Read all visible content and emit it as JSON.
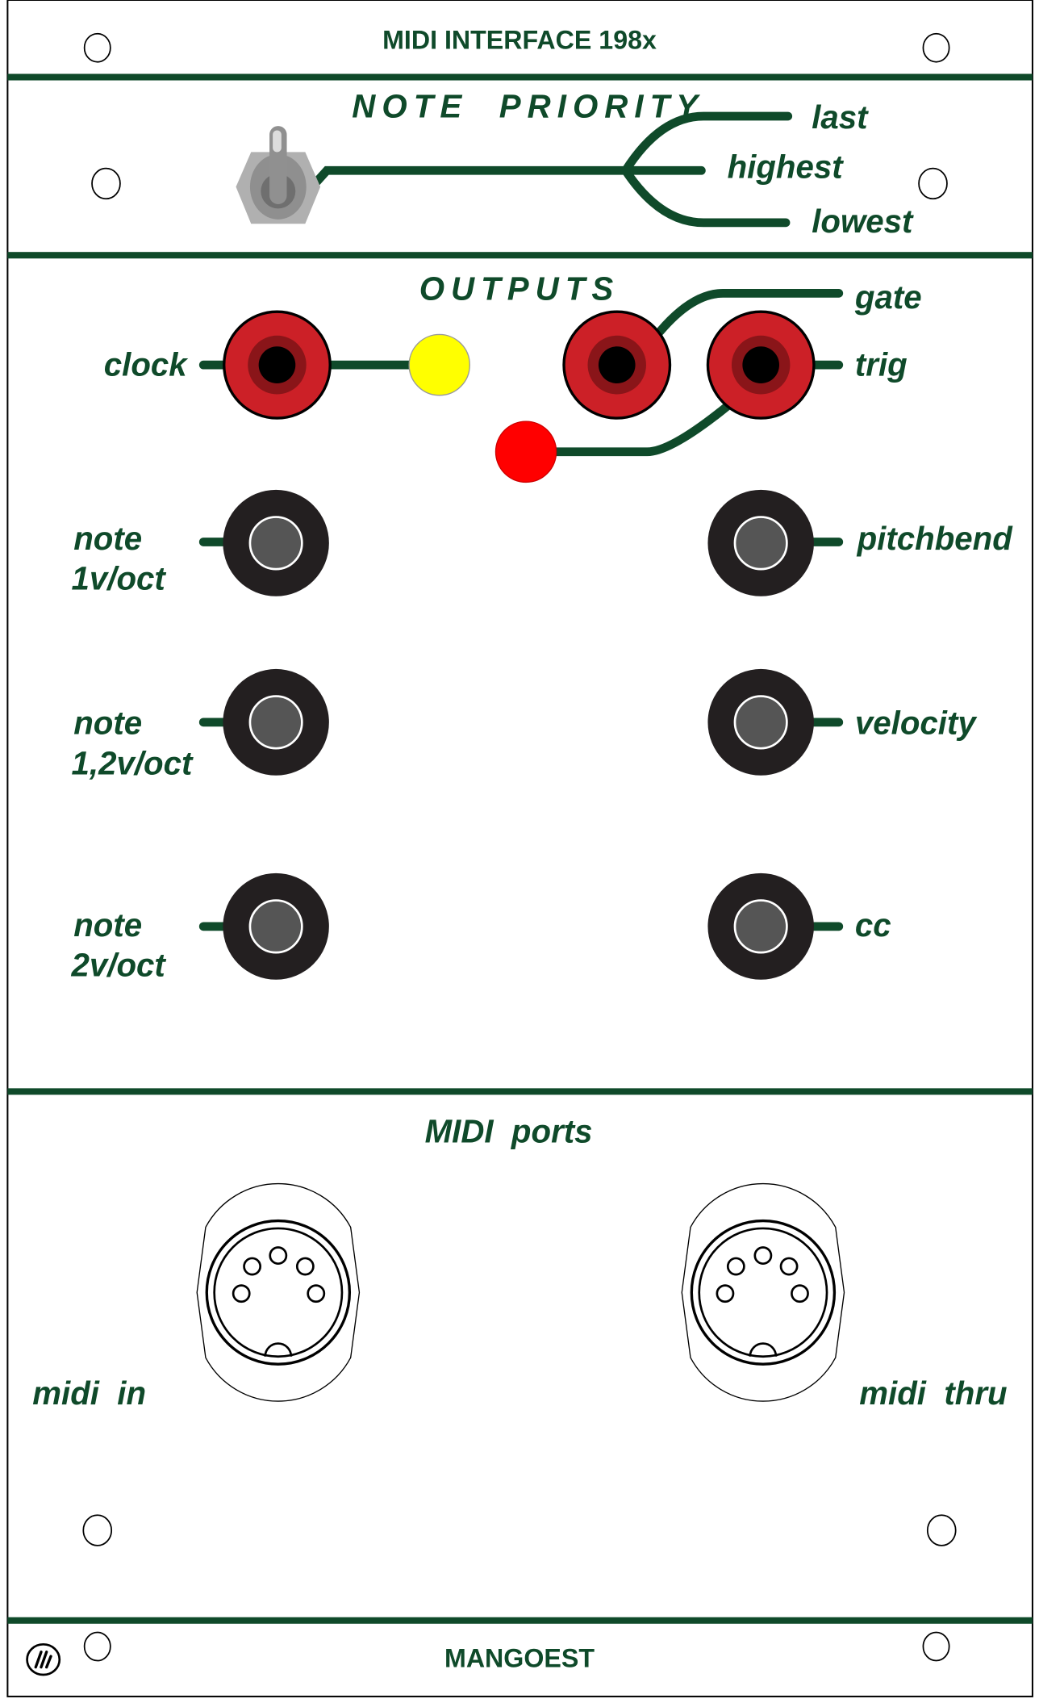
{
  "title": "MIDI INTERFACE 198x",
  "brand": "MANGOEST",
  "colors": {
    "accent": "#0f4a2a",
    "clock_led": "#ffff00",
    "trig_led": "#ff0000",
    "red_jack": "#cc2027",
    "black_jack": "#231f20"
  },
  "note_priority": {
    "heading": "NOTE  PRIORITY",
    "options": [
      "last",
      "highest",
      "lowest"
    ]
  },
  "outputs": {
    "heading": "OUTPUTS",
    "clock": "clock",
    "gate": "gate",
    "trig": "trig",
    "left": [
      {
        "line1": "note",
        "line2": "1v/oct"
      },
      {
        "line1": "note",
        "line2": "1,2v/oct"
      },
      {
        "line1": "note",
        "line2": "2v/oct"
      }
    ],
    "right": [
      "pitchbend",
      "velocity",
      "cc"
    ]
  },
  "midi_ports": {
    "heading": "MIDI  ports",
    "in": "midi  in",
    "thru": "midi  thru"
  }
}
